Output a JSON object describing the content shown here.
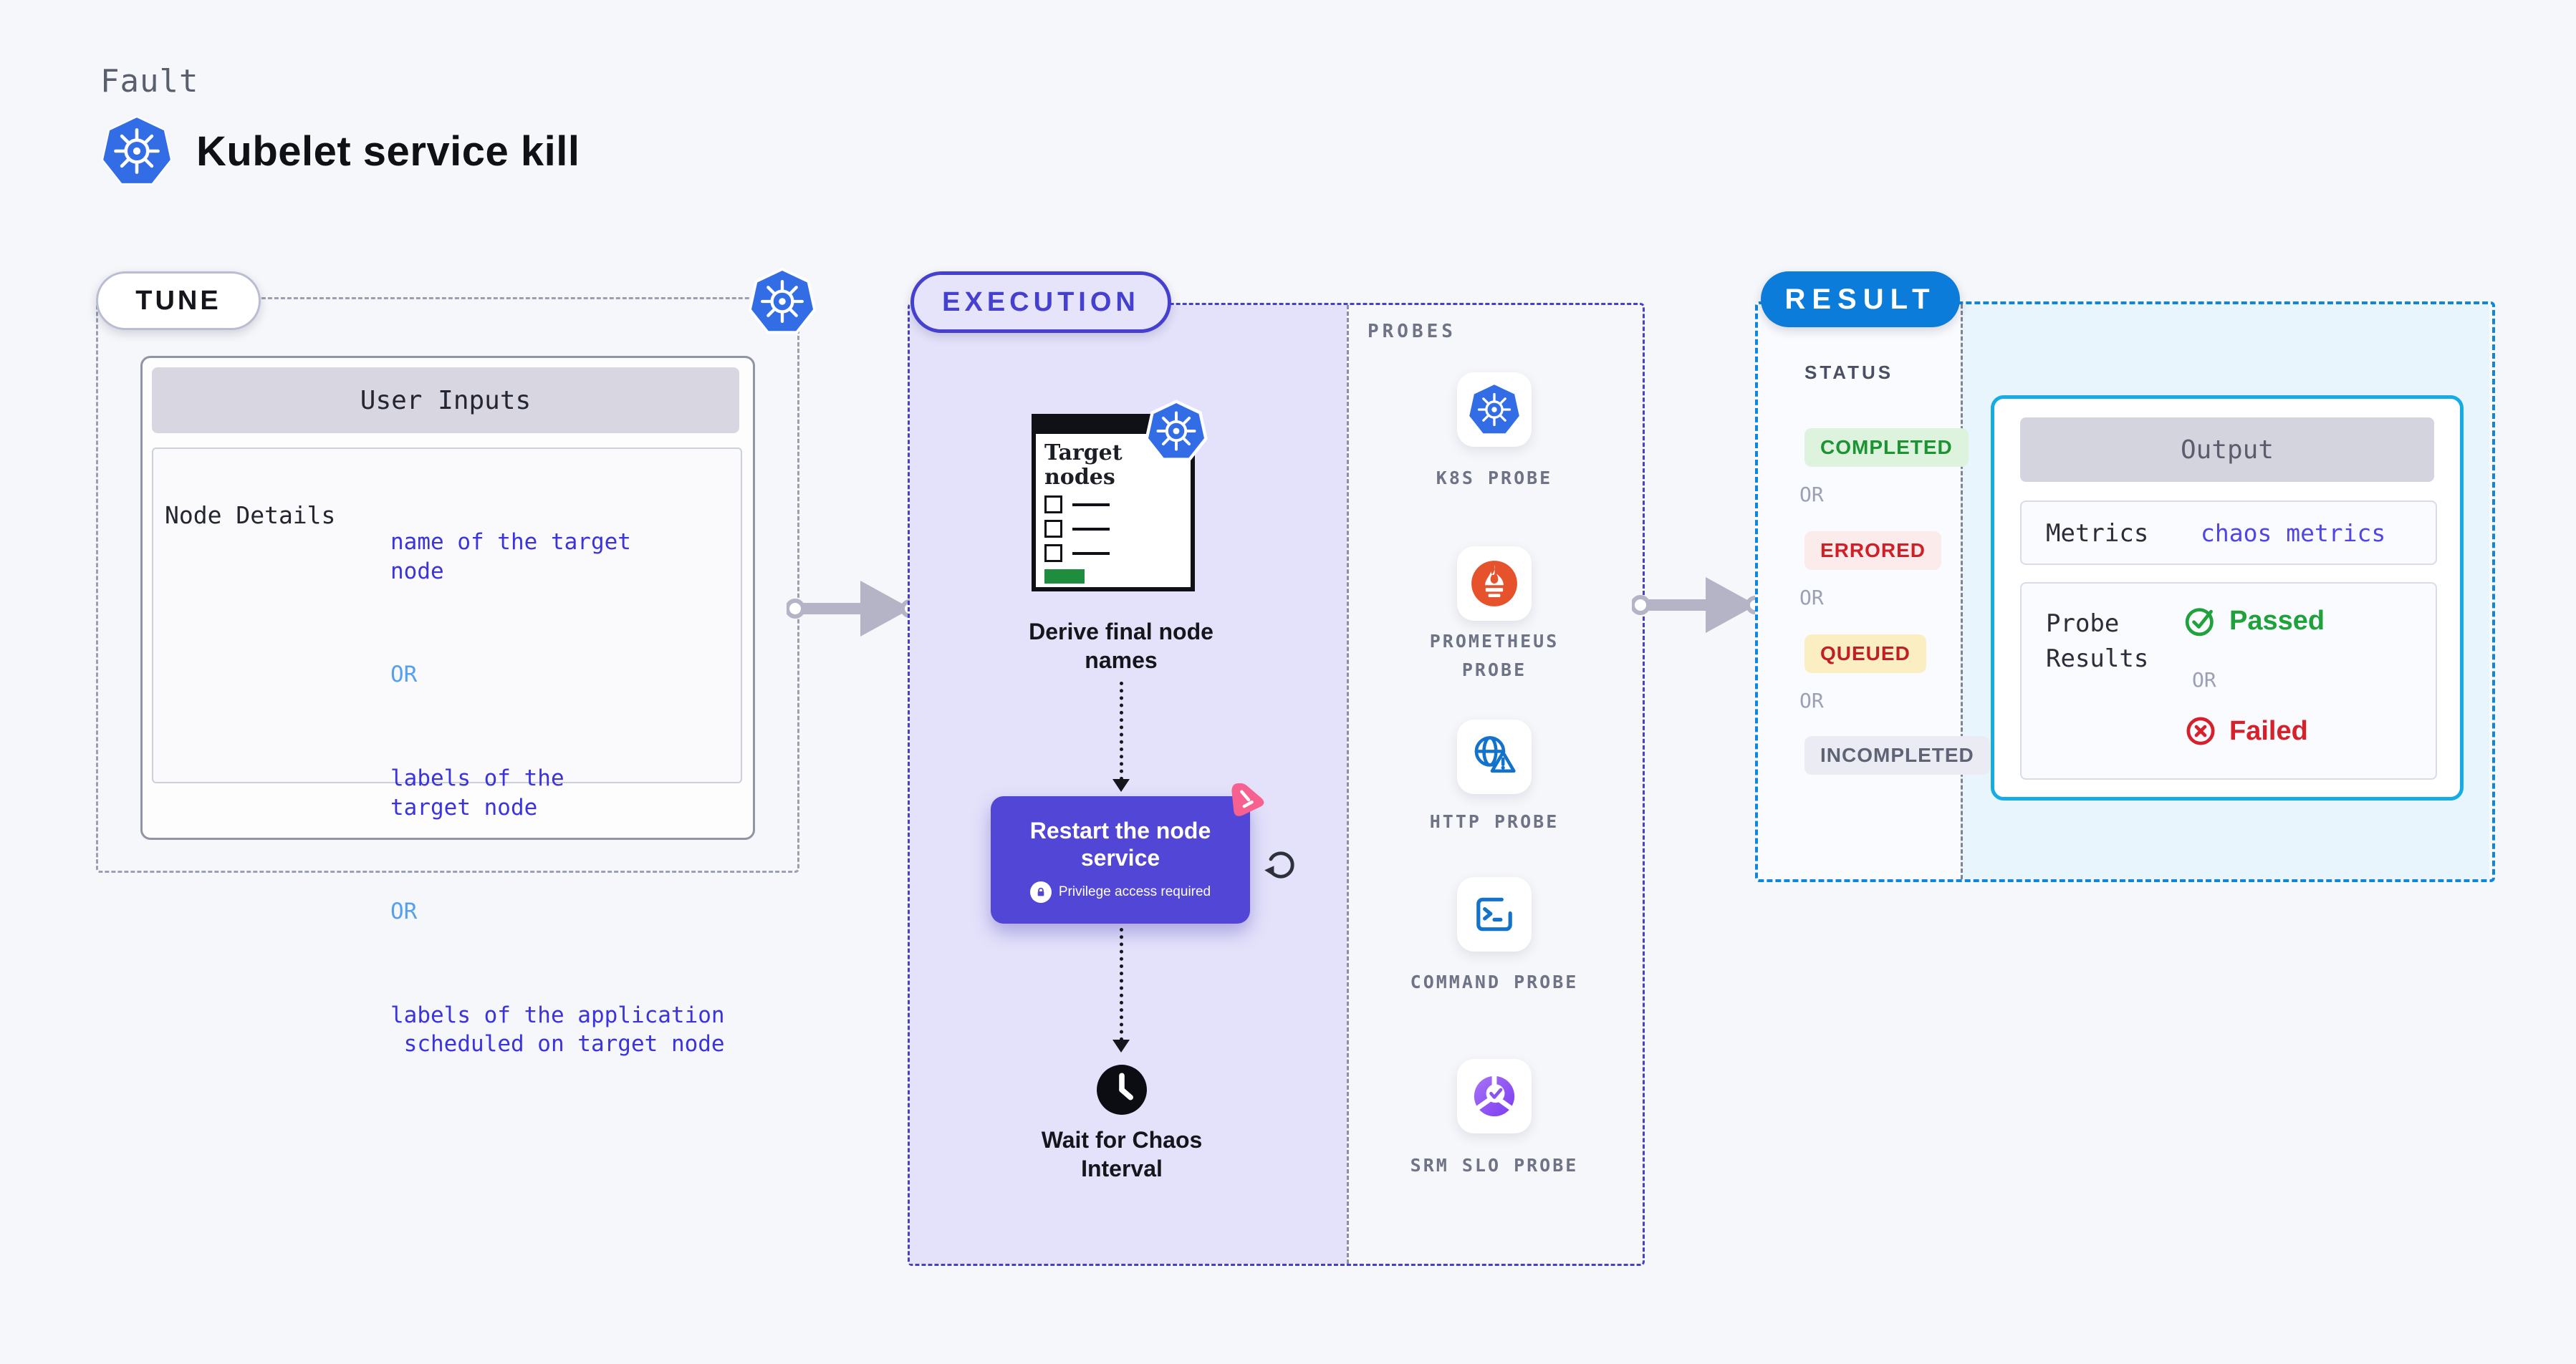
{
  "header": {
    "category": "Fault",
    "title": "Kubelet service kill"
  },
  "tune": {
    "badge": "TUNE",
    "table_title": "User Inputs",
    "row_label": "Node Details",
    "values": {
      "0": "name of the target\nnode",
      "1": "OR",
      "2": "labels of the\ntarget node",
      "3": "OR",
      "4": "labels of the application\n scheduled on target node"
    }
  },
  "execution": {
    "badge": "EXECUTION",
    "target_window": {
      "title": "Target nodes"
    },
    "steps": {
      "derive": "Derive final node names",
      "restart": {
        "title": "Restart the node service",
        "note": "Privilege access required"
      },
      "wait": "Wait for Chaos Interval"
    },
    "probes": {
      "title": "PROBES",
      "items": [
        {
          "label": "K8S PROBE",
          "icon": "kubernetes"
        },
        {
          "label": "PROMETHEUS PROBE",
          "icon": "prometheus-flame"
        },
        {
          "label": "HTTP PROBE",
          "icon": "globe-warning"
        },
        {
          "label": "COMMAND PROBE",
          "icon": "terminal"
        },
        {
          "label": "SRM SLO PROBE",
          "icon": "slo-donut-check"
        }
      ]
    }
  },
  "result": {
    "badge": "RESULT",
    "status": {
      "title": "STATUS",
      "separator": "OR",
      "items": [
        {
          "label": "COMPLETED",
          "type": "completed"
        },
        {
          "label": "ERRORED",
          "type": "errored"
        },
        {
          "label": "QUEUED",
          "type": "queued"
        },
        {
          "label": "INCOMPLETED",
          "type": "incompleted"
        }
      ]
    },
    "output": {
      "title": "Output",
      "metrics_label": "Metrics",
      "metrics_value": "chaos metrics",
      "probe_results_label": "Probe Results",
      "passed": "Passed",
      "or": "OR",
      "failed": "Failed"
    }
  },
  "icons": {
    "kubernetes": "k8s-wheel-heptagon",
    "prometheus": "flame-torch",
    "http": "globe-with-warning-triangle",
    "command": "terminal-prompt",
    "srm": "purple-donut-check",
    "lock": "padlock",
    "refresh": "circular-arrow",
    "clock": "filled-clock",
    "chaos": "pink-chaos-spark",
    "passed": "green-check-circle",
    "failed": "red-x-circle"
  },
  "colors": {
    "page_bg": "#f6f7fa",
    "indigo_accent": "#4540cf",
    "execution_fill": "#e4e2fa",
    "result_blue": "#0b7cd9",
    "output_border": "#16abe3",
    "result_fill": "#e8f5fc",
    "k8s_blue": "#326de6",
    "prometheus_orange": "#e6522c",
    "probe_icon_blue": "#1272cc",
    "restart_fill": "#5246d6",
    "value_indigo": "#3b33dd",
    "or_blue": "#57a0ee",
    "completed_green": "#1d9333",
    "errored_red": "#cf2027",
    "passed_green": "#1fa23c",
    "failed_red": "#d6212b",
    "arrow_gray": "#b4b4c6"
  }
}
